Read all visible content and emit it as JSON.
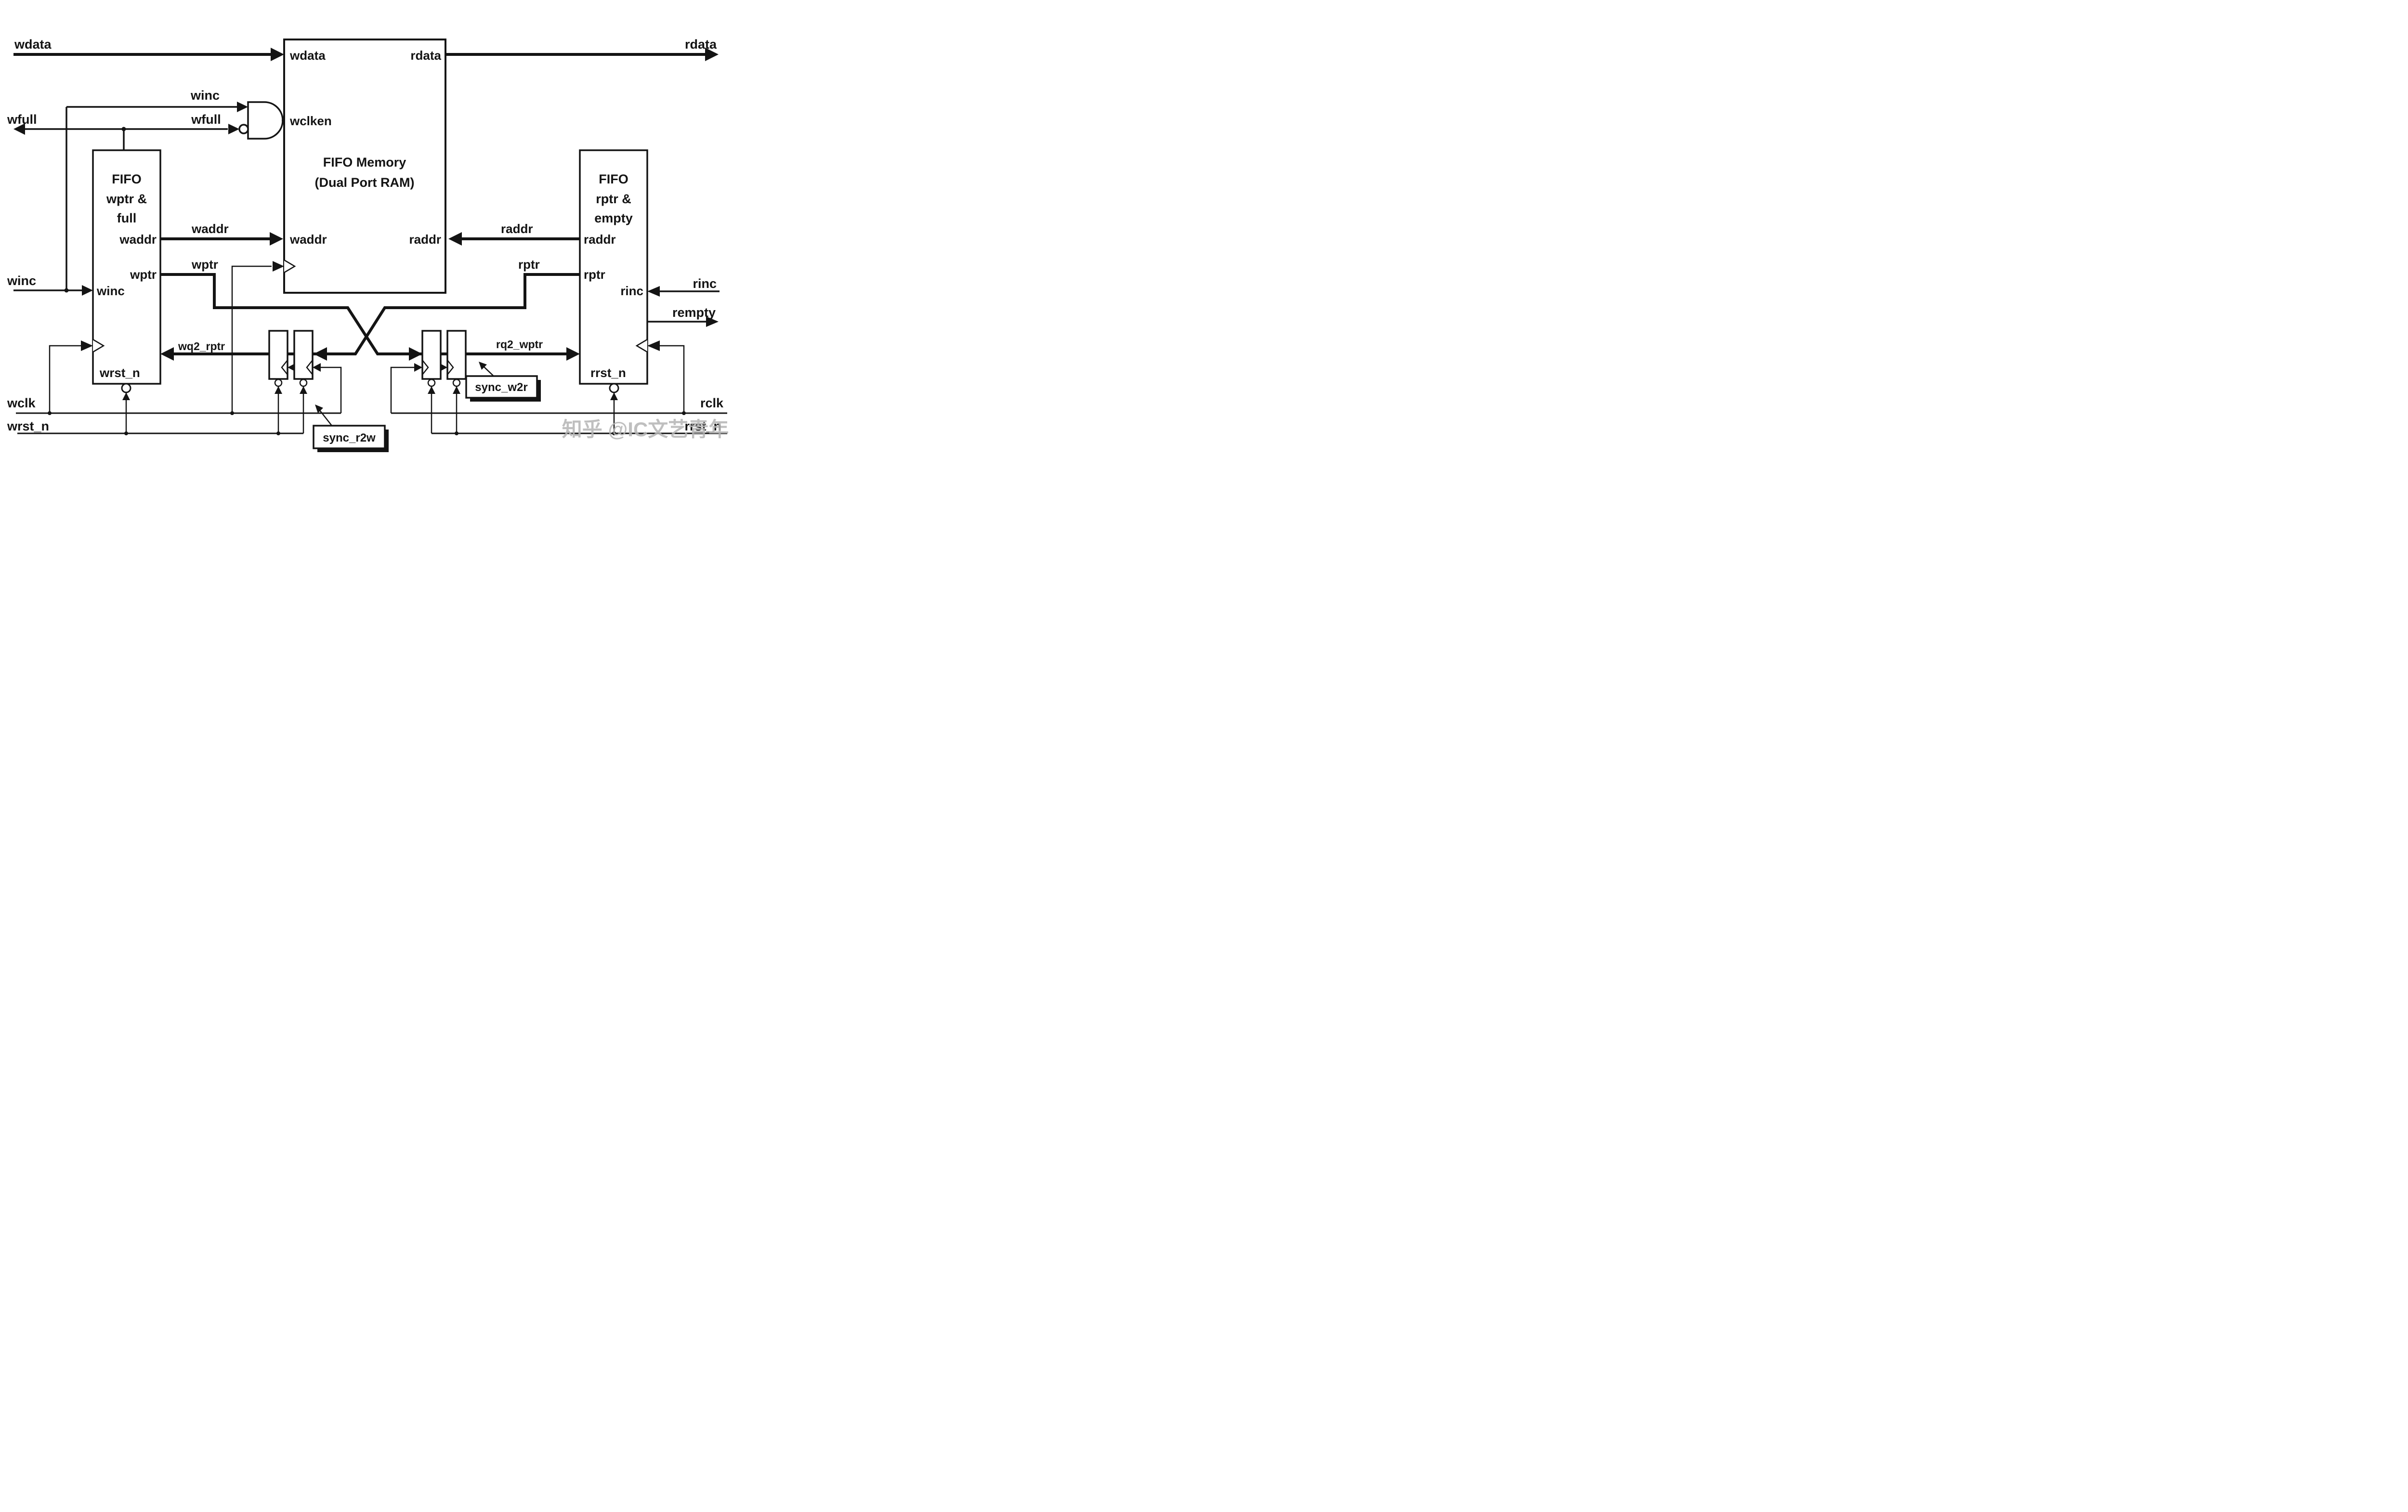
{
  "colors": {
    "ink": "#141414",
    "paper": "#ffffff",
    "watermark_gray": "#b5b5b5"
  },
  "watermark": "知乎 @IC文艺青年",
  "io": {
    "wdata": "wdata",
    "rdata": "rdata",
    "wfull": "wfull",
    "winc": "winc",
    "wclk": "wclk",
    "wrst_n": "wrst_n",
    "rinc": "rinc",
    "rempty": "rempty",
    "rclk": "rclk",
    "rrst_n": "rrst_n"
  },
  "nand": {
    "winc": "winc",
    "wfull": "wfull"
  },
  "memory": {
    "title1": "FIFO Memory",
    "title2": "(Dual Port RAM)",
    "port_wdata": "wdata",
    "port_rdata": "rdata",
    "port_wclken": "wclken",
    "port_waddr": "waddr",
    "port_raddr": "raddr"
  },
  "wptr_block": {
    "t1": "FIFO",
    "t2": "wptr &",
    "t3": "full",
    "p_waddr": "waddr",
    "p_wptr": "wptr",
    "p_winc": "winc",
    "p_wrst": "wrst_n"
  },
  "rptr_block": {
    "t1": "FIFO",
    "t2": "rptr &",
    "t3": "empty",
    "p_raddr": "raddr",
    "p_rptr": "rptr",
    "p_rinc": "rinc",
    "p_rrst": "rrst_n"
  },
  "wires": {
    "waddr": "waddr",
    "wptr": "wptr",
    "raddr": "raddr",
    "rptr": "rptr",
    "wq2_rptr": "wq2_rptr",
    "rq2_wptr": "rq2_wptr"
  },
  "sync": {
    "r2w": "sync_r2w",
    "w2r": "sync_w2r"
  }
}
